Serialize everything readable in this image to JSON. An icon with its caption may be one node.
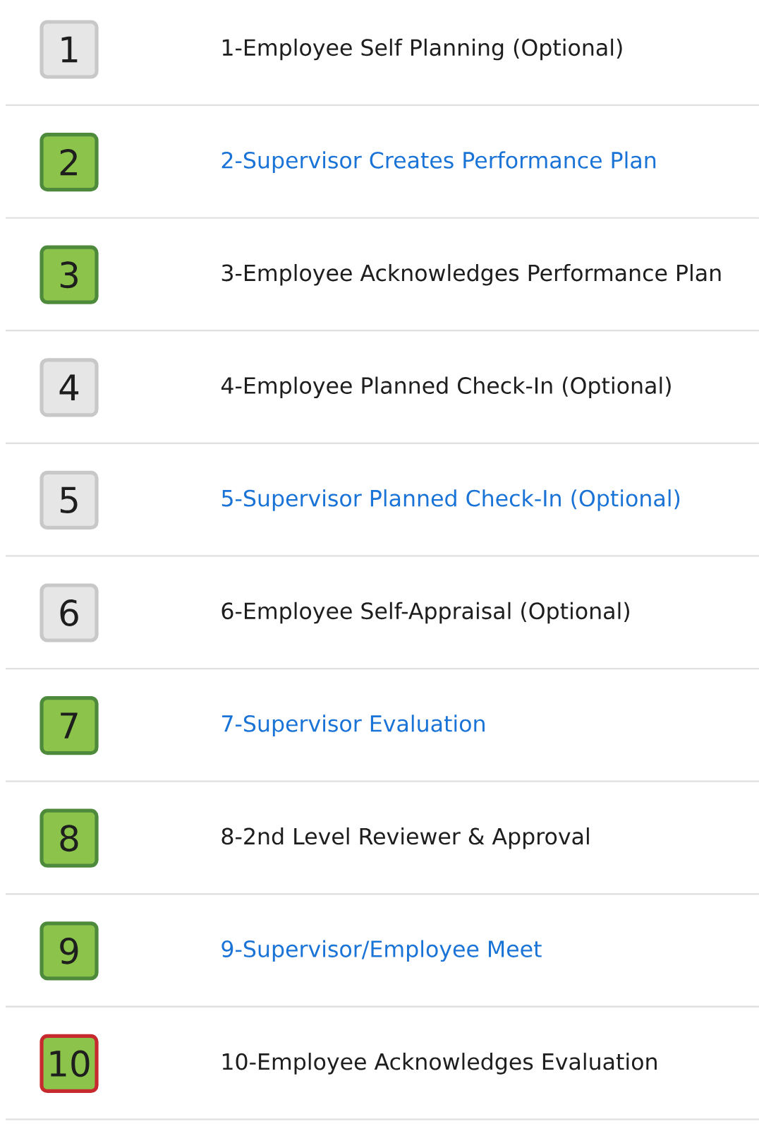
{
  "diagram": {
    "nodes": [
      {
        "text": [
          "1"
        ]
      },
      {
        "text": [
          "2"
        ]
      },
      {
        "text": [
          "3"
        ]
      },
      {
        "text": [
          "4"
        ]
      },
      {
        "text": [
          "5"
        ]
      },
      {
        "text": [
          "6"
        ]
      },
      {
        "text": [
          "7"
        ]
      },
      {
        "text": [
          "8"
        ]
      },
      {
        "text": [
          "9"
        ]
      },
      {
        "text": [
          "10"
        ]
      }
    ],
    "labels": [
      "1-Employee Self Planning (Optional)",
      "2-Supervisor Creates Performance Plan",
      "3-Employee Acknowledges Performance Plan",
      "4-Employee Planned Check-In (Optional)",
      "5-Supervisor Planned Check-In (Optional)",
      "6-Employee Self-Appraisal (Optional)",
      "7-Supervisor Evaluation",
      "8-2nd Level Reviewer & Approval",
      "9-Supervisor/Employee Meet",
      "10-Employee Acknowledges Evaluation"
    ]
  }
}
